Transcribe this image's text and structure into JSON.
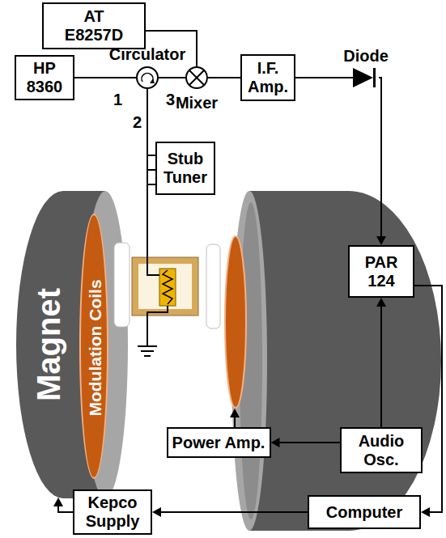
{
  "diagram": {
    "nodes": [
      {
        "text": [
          "AT E8257D"
        ]
      },
      {
        "text": [
          "HP 8360"
        ]
      },
      {
        "text": [
          "Circulator"
        ]
      },
      {
        "text": [
          "Mixer"
        ]
      },
      {
        "text": [
          "I.F. Amp."
        ]
      },
      {
        "text": [
          "Diode"
        ]
      },
      {
        "text": [
          "Stub Tuner"
        ]
      },
      {
        "text": [
          "Magnet"
        ]
      },
      {
        "text": [
          "Modulation Coils"
        ],
        "in": 7
      },
      {
        "text": [
          "PAR 124"
        ]
      },
      {
        "text": [
          "Power Amp."
        ]
      },
      {
        "text": [
          "Audio Osc."
        ]
      },
      {
        "text": [
          "Kepco Supply"
        ]
      },
      {
        "text": [
          "Computer"
        ]
      }
    ],
    "edges": [
      {
        "from": 1,
        "to": 2,
        "arrow": "none"
      },
      {
        "from": 0,
        "to": 3,
        "arrow": "none"
      },
      {
        "from": 2,
        "to": 3,
        "arrow": "none"
      },
      {
        "from": 3,
        "to": 4,
        "arrow": "none"
      },
      {
        "from": 4,
        "to": 5,
        "arrow": "none"
      },
      {
        "from": 5,
        "to": 9,
        "arrow": "to"
      },
      {
        "from": 2,
        "to": 6,
        "arrow": "none"
      },
      {
        "from": 11,
        "to": 9,
        "arrow": "to"
      },
      {
        "from": 11,
        "to": 10,
        "arrow": "to"
      },
      {
        "from": 9,
        "to": 13,
        "arrow": "to"
      },
      {
        "from": 13,
        "to": 12,
        "arrow": "to"
      },
      {
        "from": 12,
        "to": 7,
        "arrow": "to"
      }
    ],
    "labels": [
      "1",
      "2",
      "3"
    ]
  }
}
